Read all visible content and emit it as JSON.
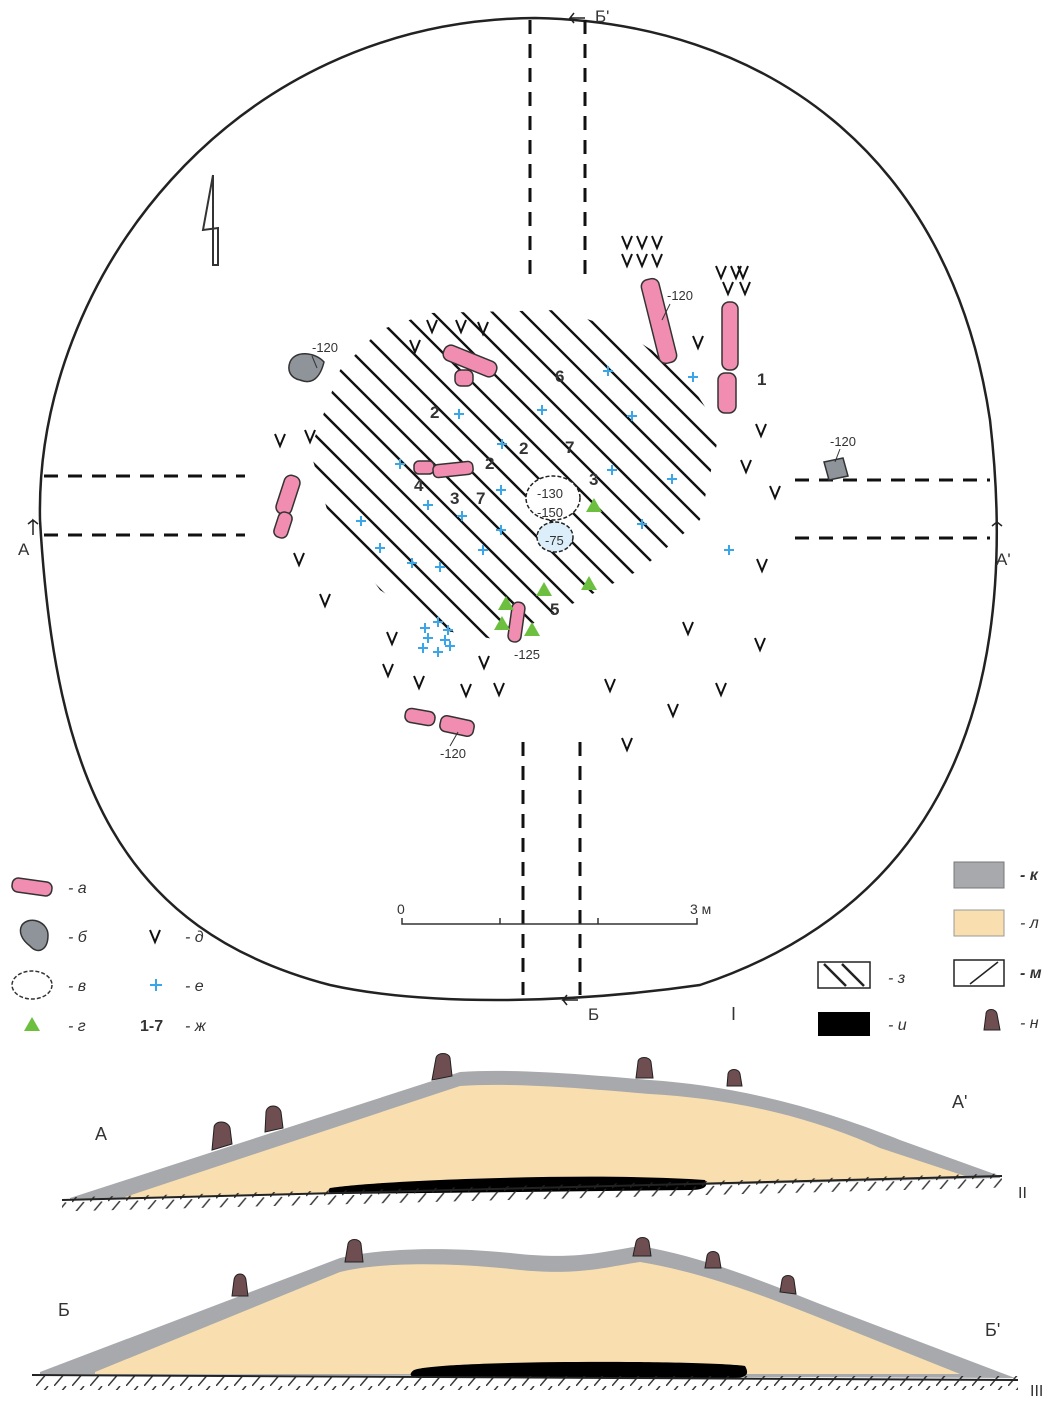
{
  "plan": {
    "depths": [
      "-120",
      "-120",
      "-120",
      "-120",
      "-125"
    ],
    "pit_depths": [
      "-130",
      "-150",
      "-75"
    ],
    "numbers": [
      "1",
      "2",
      "2",
      "2",
      "3",
      "3",
      "4",
      "5",
      "6",
      "7",
      "7"
    ],
    "scale": {
      "start": "0",
      "end": "3 м"
    },
    "section_marks": {
      "a": "А",
      "a_prime": "А'",
      "b": "Б",
      "b_prime": "Б'"
    },
    "figure_part": "I"
  },
  "legend": {
    "a": "- а",
    "b": "- б",
    "v": "- в",
    "g": "- г",
    "d": "- д",
    "e": "- е",
    "zh_key": "1-7",
    "zh": "- ж",
    "z": "- з",
    "i": "- и",
    "k": "- к",
    "l": "- л",
    "m": "- м",
    "n": "- н"
  },
  "profiles": [
    {
      "left": "А",
      "right": "А'",
      "roman": "II"
    },
    {
      "left": "Б",
      "right": "Б'",
      "roman": "III"
    }
  ],
  "colors": {
    "stone": "#f08db0",
    "gray_stone": "#8e9499",
    "triangle": "#6dbf3f",
    "cross": "#3aa6e8",
    "sand": "#f9dfb0",
    "turf": "#a7a9ac",
    "charcoal": "#000000",
    "stump": "#6e4e50"
  }
}
